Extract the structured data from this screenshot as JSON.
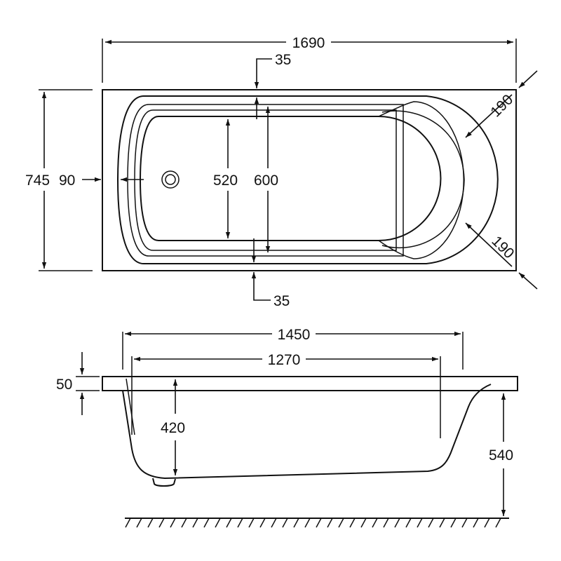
{
  "top_view": {
    "overall_length": "1690",
    "overall_width": "745",
    "rim_left": "90",
    "rim_top": "35",
    "rim_bottom": "35",
    "inner_width_bottom": "520",
    "inner_width_top": "600",
    "corner_top": "190",
    "corner_bottom": "190"
  },
  "side_view": {
    "top_length": "1450",
    "bottom_length": "1270",
    "rim_thickness": "50",
    "depth": "420",
    "height": "540"
  },
  "colors": {
    "line": "#111111",
    "background": "#ffffff"
  }
}
